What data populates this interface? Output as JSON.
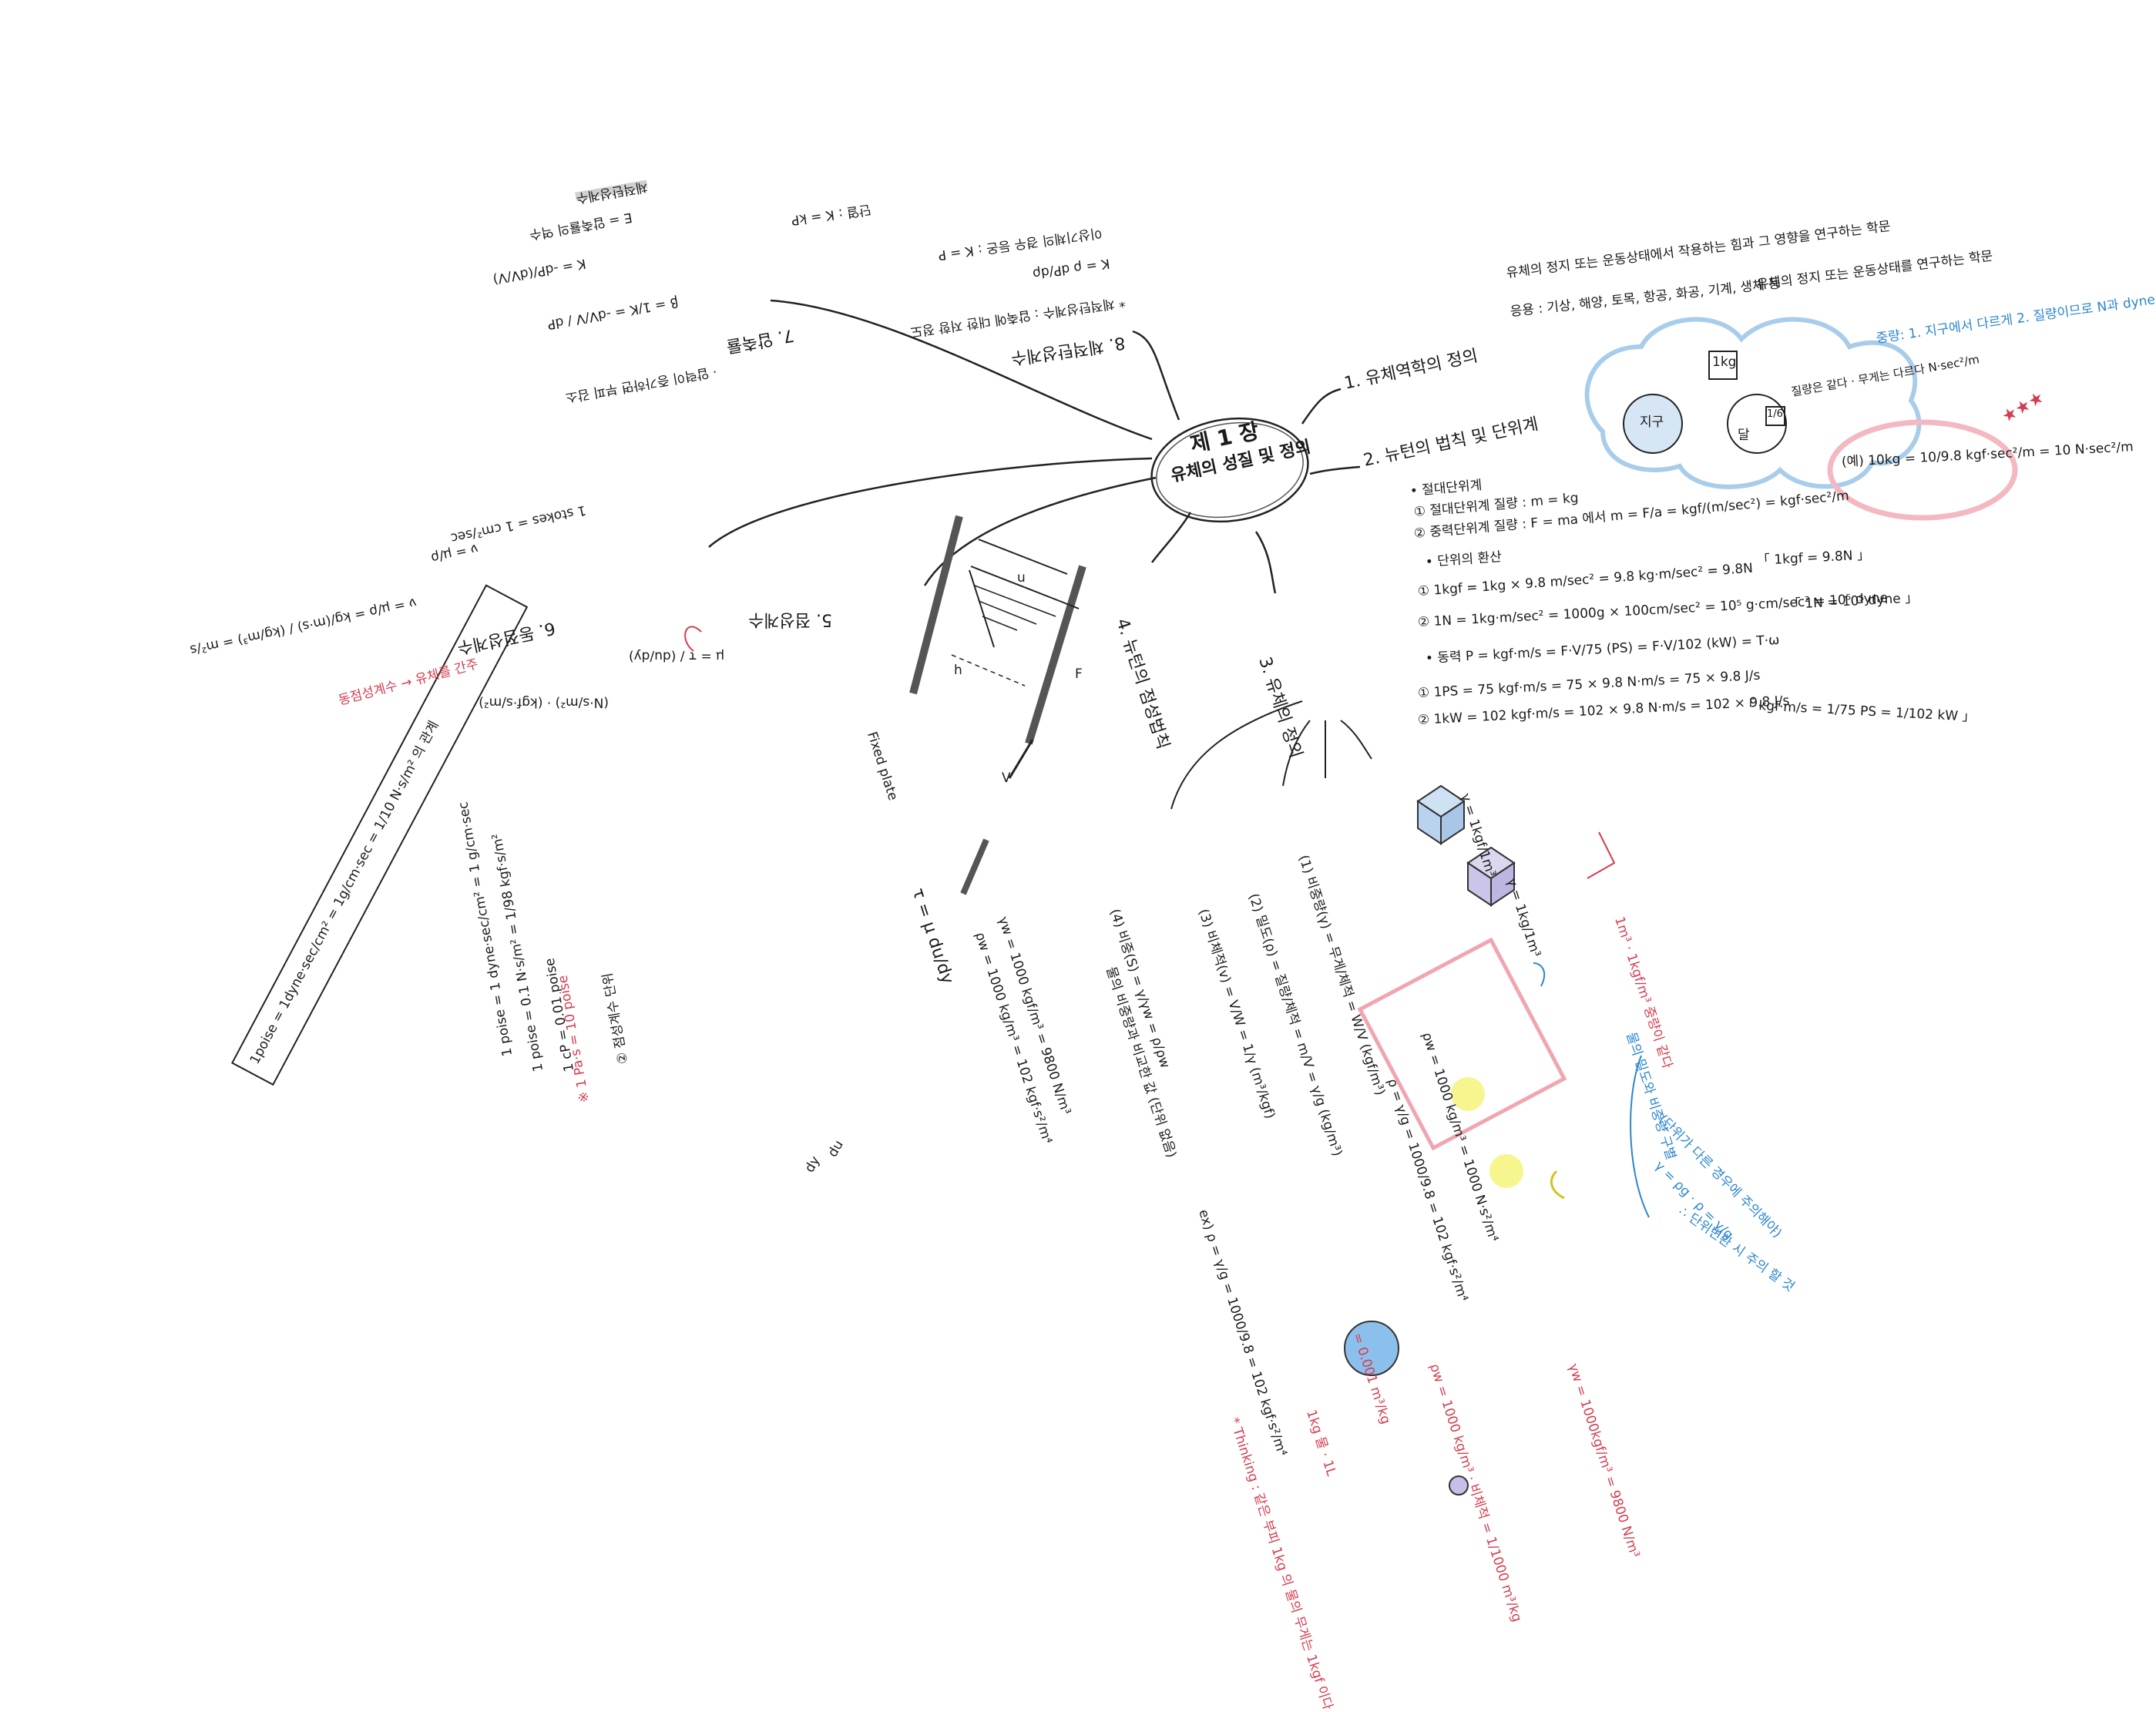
{
  "center": {
    "line1": "제 1 장",
    "line2": "유체의 성질 및 정의"
  },
  "branches": {
    "b1": {
      "title": "1. 유체역학의 정의",
      "def": "유체의 정지 또는 운동상태에서 작용하는 힘과 그 영향을 연구하는 학문",
      "fields": "응용 : 기상, 해양, 토목, 항공, 화공, 기계, 생체 등",
      "note": "유체의 정지 또는 운동상태를 연구하는 학문"
    },
    "b2": {
      "title": "2. 뉴턴의 법칙 및 단위계",
      "abs": "• 절대단위계",
      "abs1": "① 절대단위계 질량 : m = kg",
      "grav1": "② 중력단위계 질량 : F = ma 에서  m = F/a = kgf/(m/sec²) = kgf·sec²/m",
      "unit_hdr": "• 단위의 환산",
      "u1": "① 1kgf = 1kg × 9.8 m/sec² = 9.8 kg·m/sec² = 9.8N",
      "u1b": "「 1kgf = 9.8N 」",
      "u2": "② 1N = 1kg·m/sec² = 1000g × 100cm/sec² = 10⁵ g·cm/sec² = 10⁵ dyne",
      "u2b": "「 1N = 10⁵ dyne 」",
      "p_hdr": "• 동력  P = kgf·m/s = F·V/75 (PS) = F·V/102 (kW) = T·ω",
      "p1": "① 1PS = 75 kgf·m/s = 75 × 9.8 N·m/s = 75 × 9.8 J/s",
      "p2": "② 1kW = 102 kgf·m/s = 102 × 9.8 N·m/s = 102 × 9.8 J/s",
      "pb": "「 kgf·m/s = 1/75 PS = 1/102 kW 」",
      "ex": "(예) 10kg = 10/9.8 kgf·sec²/m = 10 N·sec²/m",
      "cloud_box": "1kg",
      "cloud_txt1": "지구",
      "cloud_txt2": "달",
      "cloud_small": "1/6",
      "cloud_note": "질량은 같다 · 무게는 다르다 N·sec²/m",
      "blue_note": "중량:  1. 지구에서 다르게  2. 질량이므로 N과 dyne",
      "stars": "★★★"
    },
    "b3": {
      "title": "3. 유체의 정의",
      "a1": "(1) 비중량(γ) = 무게/체적 = W/V (kgf/m³)",
      "a2": "(2) 밀도(ρ) = 질량/체적 = m/V = γ/g (kg/m³)",
      "a3": "(3) 비체적(v) = V/W = 1/γ (m³/kgf)",
      "a4": "(4) 비중(S) = γ/γw = ρ/ρw",
      "a4b": "물의 비중량과 비교한 값 (단위 없음)",
      "w1": "γw = 1000 kgf/m³ = 9800 N/m³",
      "w2": "ρw = 1000 kg/m³ = 102 kgf·s²/m⁴",
      "cube1": "γ = 1kgf/1m³",
      "cube2": "γ = 1kg/1m³",
      "mid1": "ρ = γ/g = 1000/9.8 = 102 kgf·s²/m⁴",
      "mid2": "ρw = 1000 kg/m³ = 1000 N·s²/m⁴",
      "blue1": "물의 밀도와 비중량 구별",
      "blue2": "(단위가 다른 경우에 주의해야)",
      "blue3": "γ = ρg  · ρ = γ/g",
      "blue4": "∴ 단위변환 시 주의 할 것",
      "red_cube": "1m³ · 1kgf/m³ 중량이 같다",
      "red1": "γw = 1000kgf/m³ = 9800 N/m³",
      "red2": "ρw = 1000 kg/m³ · 비체적 = 1/1000 m³/kg",
      "red3": "= 0.001 m³/kg",
      "red4": "1kg 물 · 1L",
      "red5": "* Thinking : 같은 부피 1kg 의 물의 무게는 1kgf 이다",
      "ex1": "ex) ρ = γ/g = 1000/9.8 = 102 kgf·s²/m⁴"
    },
    "b4": {
      "title": "4. 뉴턴의 점성법칙",
      "t1": "τ = μ du/dy",
      "t2": "Fixed plate",
      "t3": "u",
      "t4": "F",
      "t5": "V",
      "t6": "h"
    },
    "b5": {
      "title": "5. 점성계수",
      "m1": "μ = τ / (du/dy)",
      "m2": "(N·s/m²) · (kgf·s/m²)",
      "m3": "1 poise = 1 dyne·sec/cm² = 1 g/cm·sec",
      "m4": "1 poise = 0.1 N·s/m² = 1/98 kgf·s/m²",
      "m5": "1 cP = 0.01 poise",
      "m6": "② 점성계수 단위",
      "m7": "※ 1 Pa·s = 10 poise",
      "box": "1poise = 1dyne·sec/cm² = 1g/cm·sec = 1/10 N·s/m² 의 관계"
    },
    "b6": {
      "title": "6. 동점성계수",
      "d1": "ν = μ/ρ",
      "d2": "1 stokes = 1 cm²/sec",
      "d3": "ν = μ/ρ = kg/(m·s) / (kg/m³) = m²/s",
      "red": "동점성계수 → 유체를 간주"
    },
    "b7": {
      "title": "7. 압축률",
      "c1": "β = 1/K = -dV/V / dP",
      "c2": "K = -dP/(dV/V)",
      "c3": "· 압력이 증가하면 부피 감소",
      "c4": "체적탄성계수",
      "c5": "E = 압축률의 역수"
    },
    "b8": {
      "title": "8. 체적탄성계수",
      "e1": "K = ρ dP/dρ",
      "e2": "이상기체의 경우 등온 : K = P",
      "e3": "단열 : K = kP",
      "e4": "* 체적탄성계수 : 압축에 대한 저항 정도"
    },
    "mid_left": {
      "l1": "1 poise",
      "l2": "1 dyne",
      "l3": "N·s/m²"
    },
    "misc": {
      "a": "Fixed plate",
      "b": "dy",
      "c": "du"
    }
  }
}
